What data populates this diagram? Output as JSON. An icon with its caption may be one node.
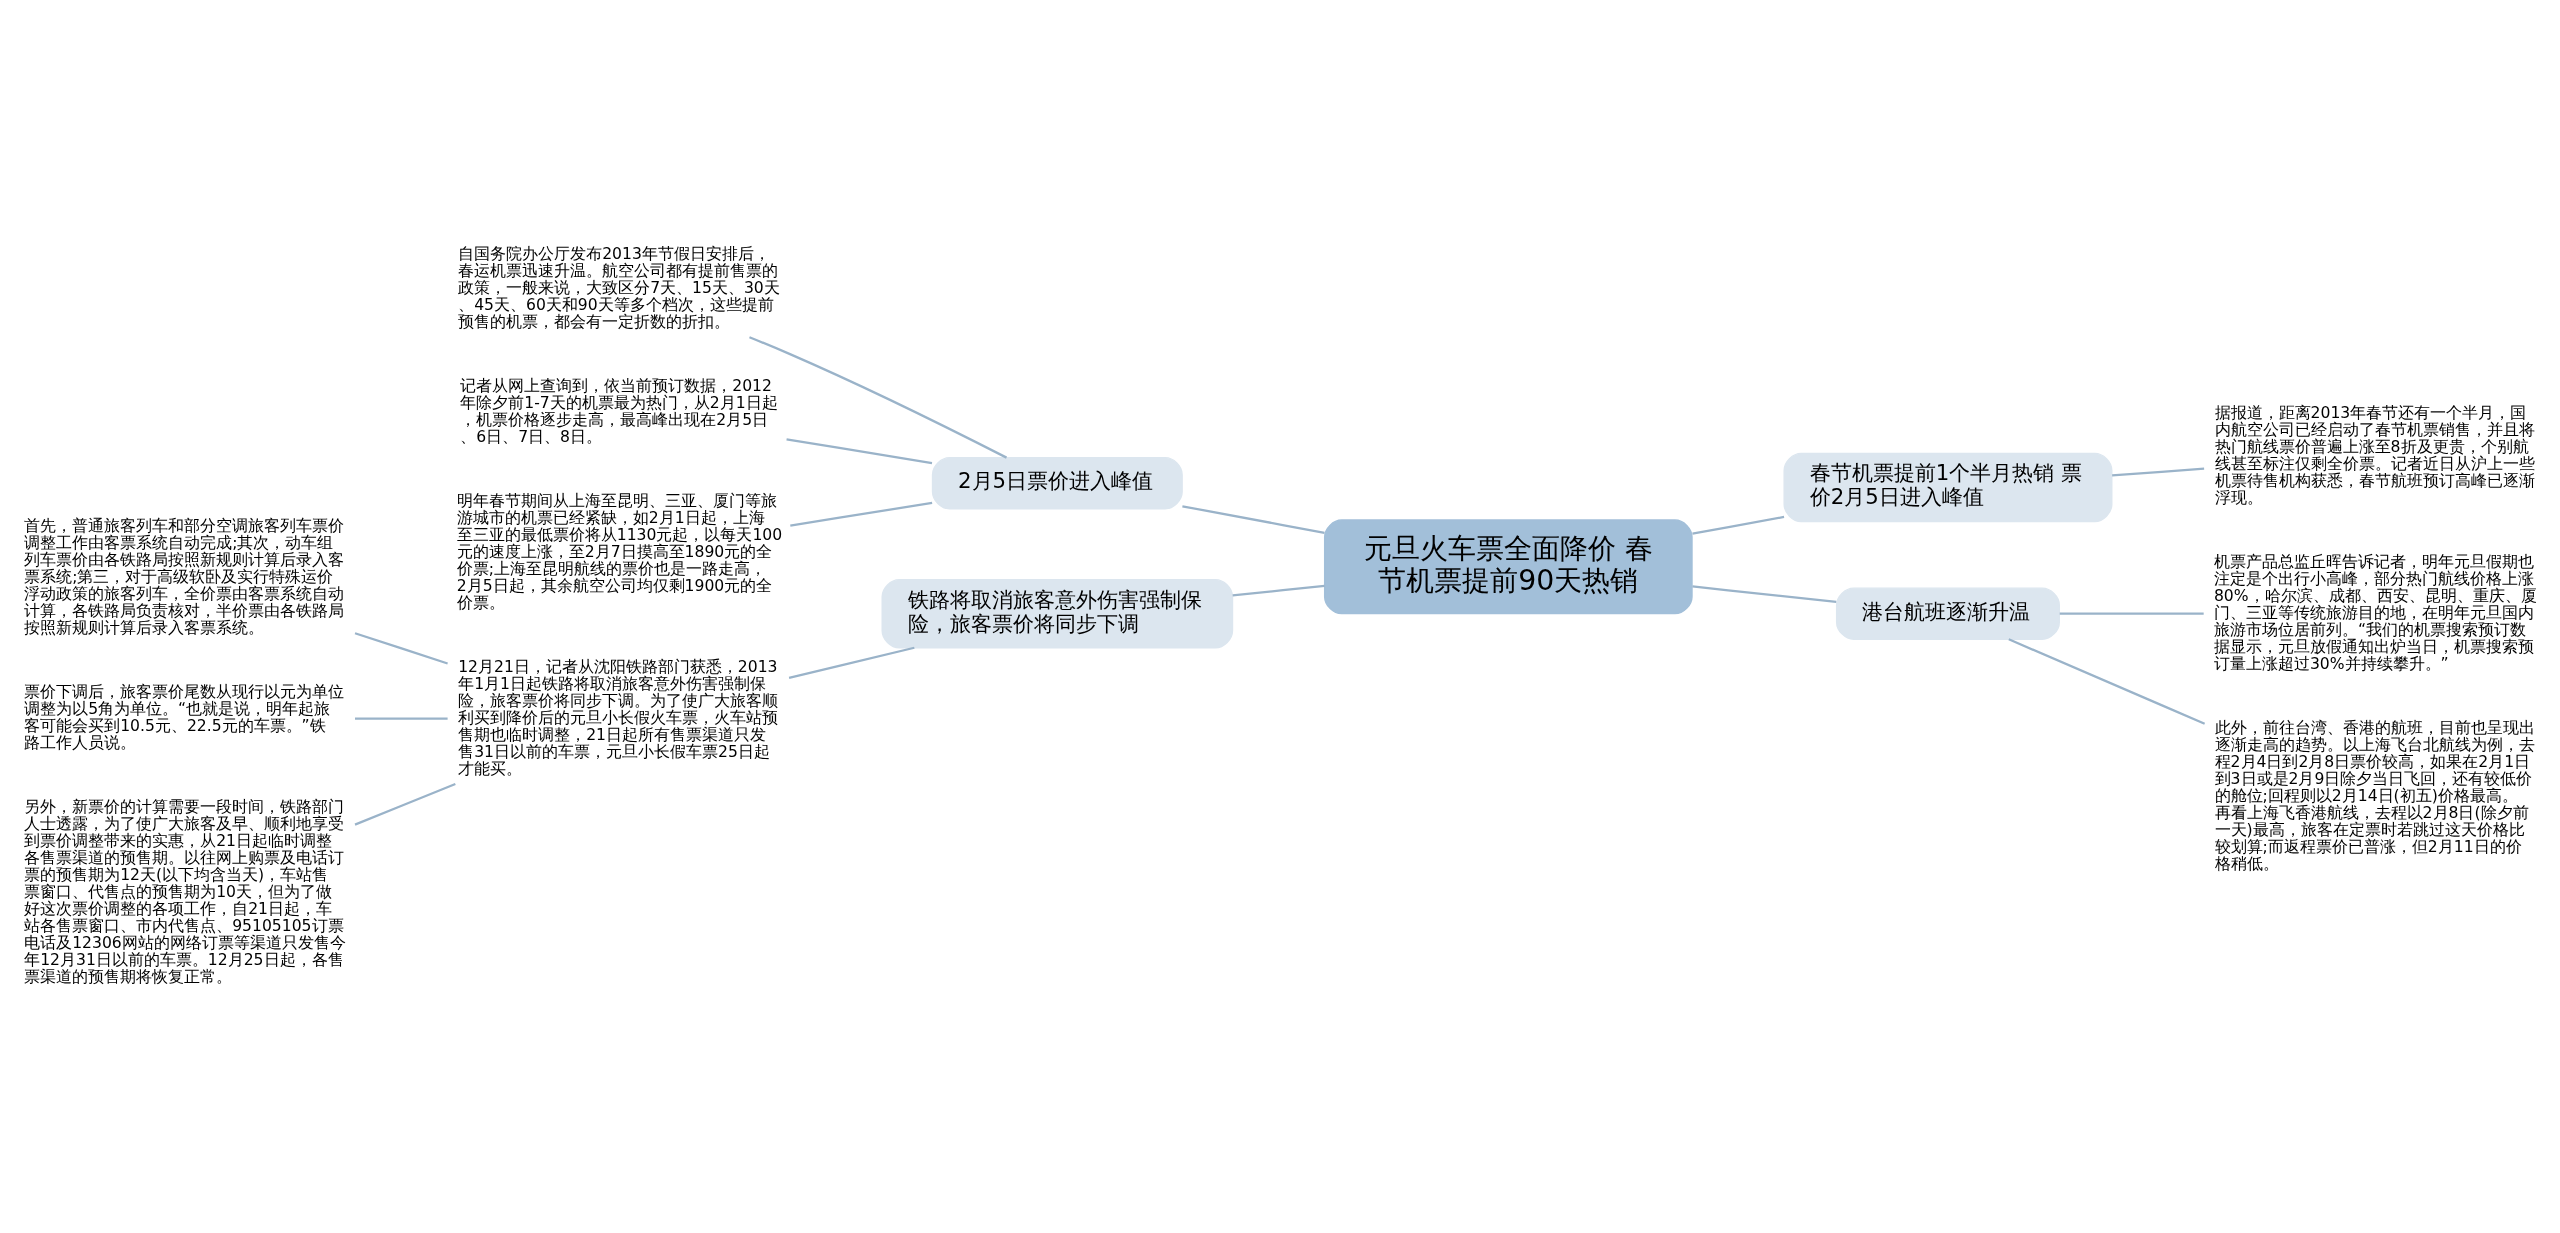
{
  "diagram": {
    "nodes": [
      {
        "text": [
          "元旦火车票全面降价 春节机票提前90天热销"
        ]
      },
      {
        "text": [
          "2月5日票价进入峰值"
        ]
      },
      {
        "text": [
          "自国务院办公厅发布2013年节假日安排后，春运机票迅速升温。航空公司都有提前售票的政策，一般来说，大致区分7天、15天、30天、45天、60天和90天等多个档次，这些提前预售的机票，都会有一定折数的折扣。"
        ]
      },
      {
        "text": [
          "记者从网上查询到，依当前预订数据，2012年除夕前1-7天的机票最为热门，从2月1日起，机票价格逐步走高，最高峰出现在2月5日、6日、7日、8日。"
        ]
      },
      {
        "text": [
          "明年春节期间从上海至昆明、三亚、厦门等旅游城市的机票已经紧缺，如2月1日起，上海至三亚的最低票价将从1130元起，以每天100元的速度上涨，至2月7日摸高至1890元的全价票;上海至昆明航线的票价也是一路走高，2月5日起，其余航空公司均仅剩1900元的全价票。"
        ]
      },
      {
        "text": [
          "春节机票提前1个半月热销 票价2月5日进入峰值"
        ]
      },
      {
        "text": [
          "据报道，距离2013年春节还有一个半月，国内航空公司已经启动了春节机票销售，并且将热门航线票价普遍上涨至8折及更贵，个别航线甚至标注仅剩全价票。记者近日从沪上一些机票待售机构获悉，春节航班预订高峰已逐渐浮现。"
        ]
      },
      {
        "text": [
          "港台航班逐渐升温"
        ]
      },
      {
        "text": [
          "机票产品总监丘晖告诉记者，明年元旦假期也注定是个出行小高峰，部分热门航线价格上涨80%，哈尔滨、成都、西安、昆明、重庆、厦门、三亚等传统旅游目的地，在明年元旦国内旅游市场位居前列。“我们的机票搜索预订数据显示，元旦放假通知出炉当日，机票搜索预订量上涨超过30%并持续攀升。”"
        ]
      },
      {
        "text": [
          "此外，前往台湾、香港的航班，目前也呈现出逐渐走高的趋势。以上海飞台北航线为例，去程2月4日到2月8日票价较高，如果在2月1日到3日或是2月9日除夕当日飞回，还有较低价的舱位;回程则以2月14日(初五)价格最高。再看上海飞香港航线，去程以2月8日(除夕前一天)最高，旅客在定票时若跳过这天价格比较划算;而返程票价已普涨，但2月11日的价格稍低。"
        ]
      },
      {
        "text": [
          "铁路将取消旅客意外伤害强制保险，旅客票价将同步下调"
        ]
      },
      {
        "text": [
          "12月21日，记者从沈阳铁路部门获悉，2013年1月1日起铁路将取消旅客意外伤害强制保险，旅客票价将同步下调。为了使广大旅客顺利买到降价后的元旦小长假火车票，火车站预售期也临时调整，21日起所有售票渠道只发售31日以前的车票，元旦小长假车票25日起才能买。"
        ]
      },
      {
        "text": [
          "首先，普通旅客列车和部分空调旅客列车票价调整工作由客票系统自动完成;其次，动车组列车票价由各铁路局按照新规则计算后录入客票系统;第三，对于高级软卧及实行特殊运价浮动政策的旅客列车，全价票由客票系统自动计算，各铁路局负责核对，半价票由各铁路局按照新规则计算后录入客票系统。"
        ]
      },
      {
        "text": [
          "票价下调后，旅客票价尾数从现行以元为单位调整为以5角为单位。“也就是说，明年起旅客可能会买到10.5元、22.5元的车票。”铁路工作人员说。"
        ]
      },
      {
        "text": [
          "另外，新票价的计算需要一段时间，铁路部门人士透露，为了使广大旅客及早、顺利地享受到票价调整带来的实惠，从21日起临时调整各售票渠道的预售期。以往网上购票及电话订票的预售期为12天(以下均含当天)，车站售票窗口、代售点的预售期为10天，但为了做好这次票价调整的各项工作，自21日起，车站各售票窗口、市内代售点、95105105订票电话及12306网站的网络订票等渠道只发售今年12月31日以前的车票。12月25日起，各售票渠道的预售期将恢复正常。"
        ]
      }
    ],
    "edges": [
      {
        "from": 0,
        "to": 1,
        "arrow": "none"
      },
      {
        "from": 1,
        "to": 2,
        "arrow": "none"
      },
      {
        "from": 1,
        "to": 3,
        "arrow": "none"
      },
      {
        "from": 1,
        "to": 4,
        "arrow": "none"
      },
      {
        "from": 0,
        "to": 5,
        "arrow": "none"
      },
      {
        "from": 5,
        "to": 6,
        "arrow": "none"
      },
      {
        "from": 0,
        "to": 7,
        "arrow": "none"
      },
      {
        "from": 7,
        "to": 8,
        "arrow": "none"
      },
      {
        "from": 7,
        "to": 9,
        "arrow": "none"
      },
      {
        "from": 0,
        "to": 10,
        "arrow": "none"
      },
      {
        "from": 10,
        "to": 11,
        "arrow": "none"
      },
      {
        "from": 11,
        "to": 12,
        "arrow": "none"
      },
      {
        "from": 11,
        "to": 13,
        "arrow": "none"
      },
      {
        "from": 11,
        "to": 14,
        "arrow": "none"
      }
    ]
  }
}
